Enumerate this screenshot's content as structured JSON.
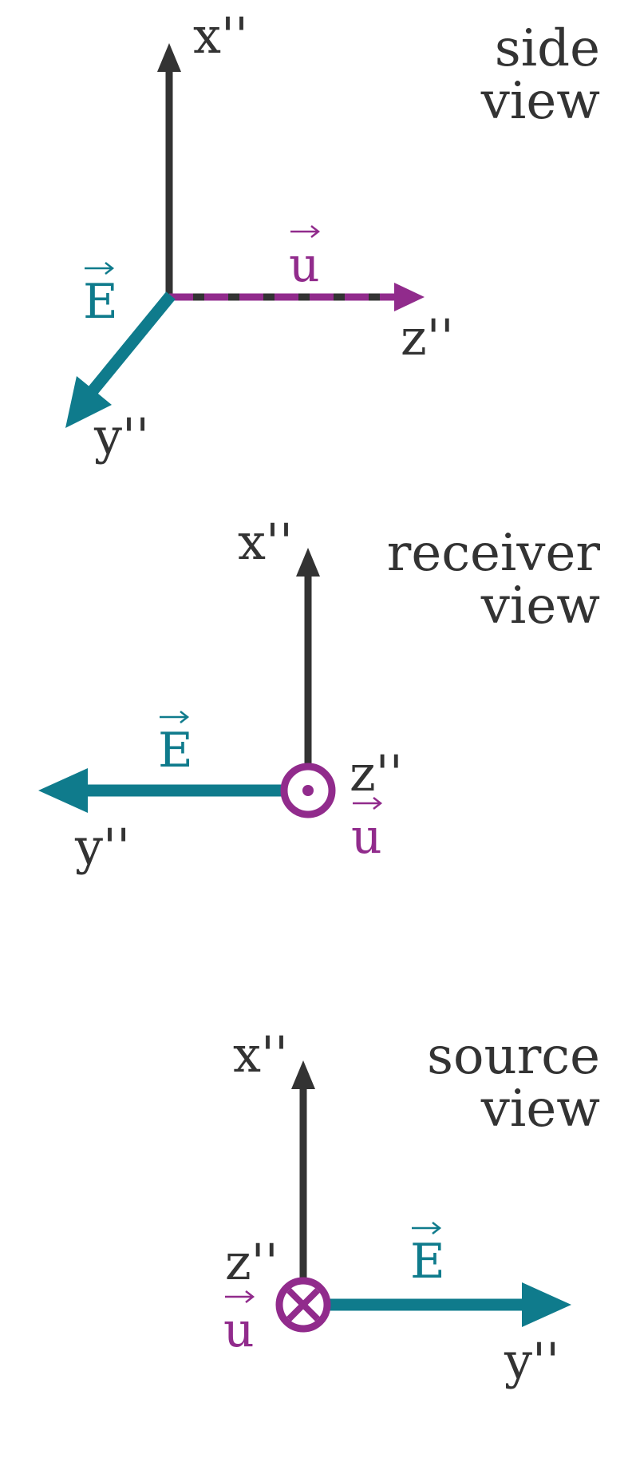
{
  "colors": {
    "axis": "#333333",
    "field_E": "#0f7b8c",
    "velocity_u": "#912b8c"
  },
  "panels": {
    "side": {
      "title_line1": "side",
      "title_line2": "view",
      "x_label": "x''",
      "y_label": "y''",
      "z_label": "z''",
      "E_label": "E",
      "u_label": "u"
    },
    "receiver": {
      "title_line1": "receiver",
      "title_line2": "view",
      "x_label": "x''",
      "y_label": "y''",
      "z_label": "z''",
      "E_label": "E",
      "u_label": "u"
    },
    "source": {
      "title_line1": "source",
      "title_line2": "view",
      "x_label": "x''",
      "y_label": "y''",
      "z_label": "z''",
      "E_label": "E",
      "u_label": "u"
    }
  }
}
